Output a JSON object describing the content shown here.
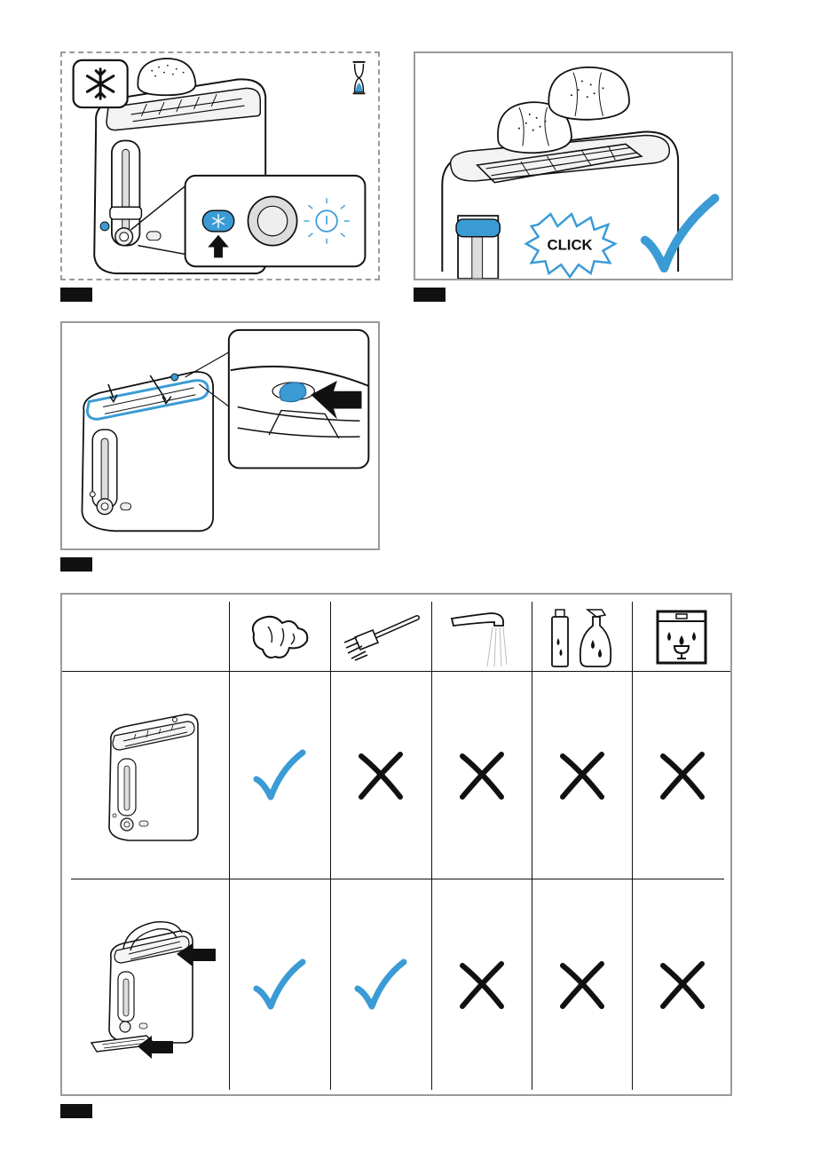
{
  "colors": {
    "accent": "#3a9bd5",
    "accent_dark": "#1f6fa3",
    "stroke": "#111111",
    "frame": "#9a9a9a",
    "cross": "#111111"
  },
  "panel_b": {
    "click_label": "CLICK"
  },
  "cleaning_table": {
    "methods": [
      {
        "name": "damp-cloth-icon"
      },
      {
        "name": "brush-icon"
      },
      {
        "name": "water-tap-icon"
      },
      {
        "name": "cleaning-agent-icon"
      },
      {
        "name": "dishwasher-icon"
      }
    ],
    "rows": [
      {
        "item": "toaster-housing",
        "allowed": [
          true,
          false,
          false,
          false,
          false
        ]
      },
      {
        "item": "toaster-removable-parts",
        "allowed": [
          true,
          true,
          false,
          false,
          false
        ]
      }
    ]
  }
}
